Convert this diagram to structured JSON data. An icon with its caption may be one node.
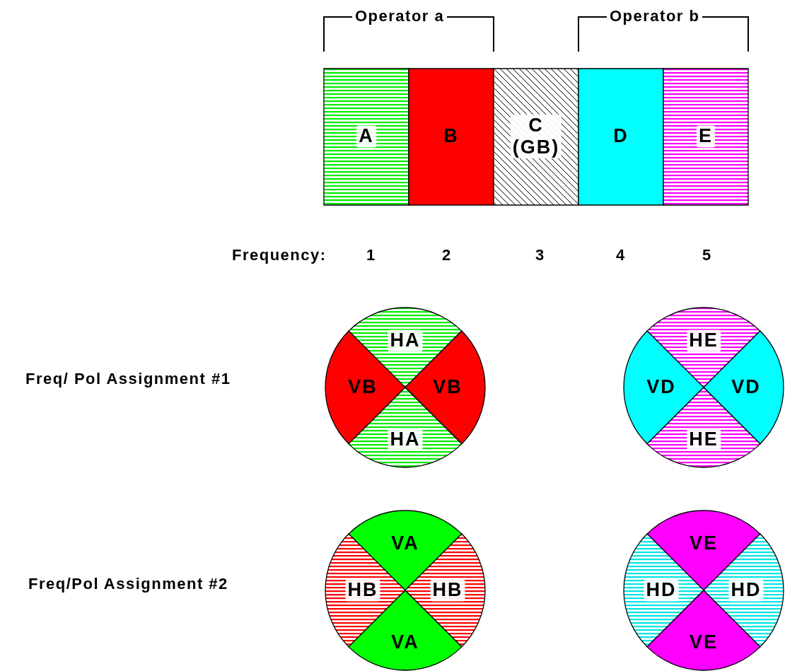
{
  "diagram": {
    "nodes": [
      {
        "text": [
          "A"
        ]
      },
      {
        "text": [
          "B"
        ]
      },
      {
        "text": [
          "C (GB)"
        ]
      },
      {
        "text": [
          "D"
        ]
      },
      {
        "text": [
          "E"
        ]
      },
      {
        "text": [
          "HA"
        ]
      },
      {
        "text": [
          "VB"
        ]
      },
      {
        "text": [
          "VB"
        ]
      },
      {
        "text": [
          "HA"
        ]
      },
      {
        "text": [
          "HE"
        ]
      },
      {
        "text": [
          "VD"
        ]
      },
      {
        "text": [
          "VD"
        ]
      },
      {
        "text": [
          "HE"
        ]
      },
      {
        "text": [
          "VA"
        ]
      },
      {
        "text": [
          "HB"
        ]
      },
      {
        "text": [
          "HB"
        ]
      },
      {
        "text": [
          "VA"
        ]
      },
      {
        "text": [
          "VE"
        ]
      },
      {
        "text": [
          "HD"
        ]
      },
      {
        "text": [
          "HD"
        ]
      },
      {
        "text": [
          "VE"
        ]
      }
    ],
    "edges": [],
    "labels": [
      "Operator a",
      "Operator b",
      "Frequency:",
      "1",
      "2",
      "3",
      "4",
      "5",
      "Freq/ Pol Assignment #1",
      "Freq/Pol Assignment #2"
    ]
  }
}
